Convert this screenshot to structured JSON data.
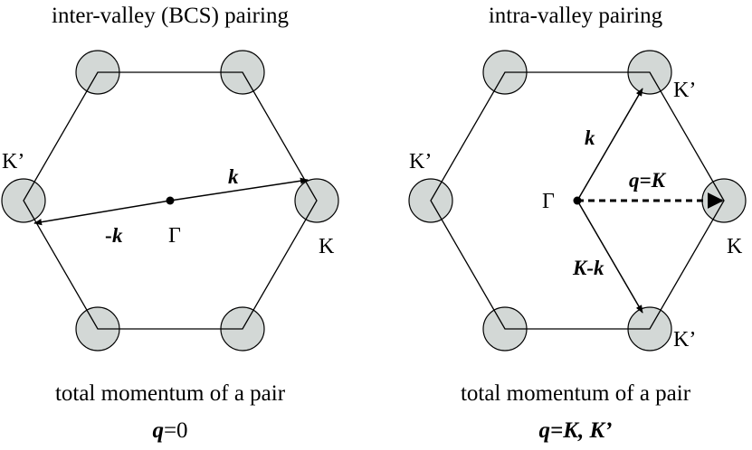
{
  "left_panel": {
    "title": "inter-valley (BCS) pairing",
    "labels": {
      "k_prime": "K’",
      "k_point": "K",
      "gamma": "Γ",
      "vec_k": "k",
      "vec_minus_k_sign": "-",
      "vec_minus_k": "k"
    },
    "caption": "total momentum of a pair",
    "momentum_q": "q",
    "momentum_value": "=0"
  },
  "right_panel": {
    "title": "intra-valley pairing",
    "labels": {
      "k_prime_top": "K’",
      "k_prime_left": "K’",
      "k_prime_bottom": "K’",
      "k_point": "K",
      "gamma": "Γ",
      "vec_k": "k",
      "q_eq_K": "q=K",
      "K_minus_k": "K-k"
    },
    "caption": "total momentum of a pair",
    "momentum": "q=K, K’"
  }
}
